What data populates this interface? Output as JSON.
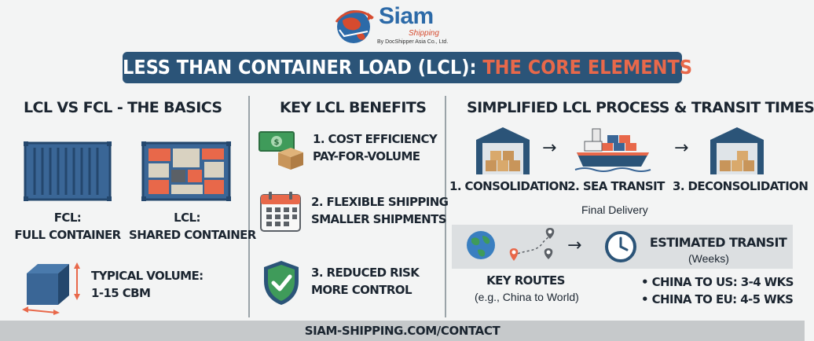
{
  "brand": {
    "name": "Siam",
    "sub": "Shipping",
    "by": "By DocShipper Asia Co., Ltd."
  },
  "title": {
    "main": "LESS THAN CONTAINER LOAD (LCL): ",
    "accent": "THE CORE ELEMENTS"
  },
  "basics": {
    "heading": "LCL VS FCL - THE BASICS",
    "fcl_line1": "FCL:",
    "fcl_line2": "FULL CONTAINER",
    "lcl_line1": "LCL:",
    "lcl_line2": "SHARED CONTAINER",
    "volume_line1": "TYPICAL VOLUME:",
    "volume_line2": "1-15 CBM"
  },
  "benefits": {
    "heading": "KEY LCL BENEFITS",
    "items": [
      {
        "line1": "1. COST EFFICIENCY",
        "line2": "PAY-FOR-VOLUME",
        "icon": "money-box-icon"
      },
      {
        "line1": "2. FLEXIBLE SHIPPING",
        "line2": "SMALLER SHIPMENTS",
        "icon": "calendar-icon"
      },
      {
        "line1": "3. REDUCED RISK",
        "line2": "MORE CONTROL",
        "icon": "shield-check-icon"
      }
    ]
  },
  "process": {
    "heading": "SIMPLIFIED LCL PROCESS & TRANSIT TIMES",
    "steps": [
      "1. CONSOLIDATION",
      "2. SEA TRANSIT",
      "3. DECONSOLIDATION"
    ],
    "final": "Final Delivery",
    "routes_label": "KEY ROUTES",
    "routes_sub": "(e.g., China to World)",
    "transit_label": "ESTIMATED TRANSIT",
    "transit_sub": "(Weeks)",
    "transit_items": [
      "CHINA TO US: 3-4 WKS",
      "CHINA TO EU: 4-5 WKS"
    ]
  },
  "footer": {
    "contact": "SIAM-SHIPPING.COM/CONTACT"
  },
  "colors": {
    "navy": "#2b5478",
    "accent": "#e8684a",
    "container_blue": "#3a6696",
    "green": "#3f9b5a"
  }
}
